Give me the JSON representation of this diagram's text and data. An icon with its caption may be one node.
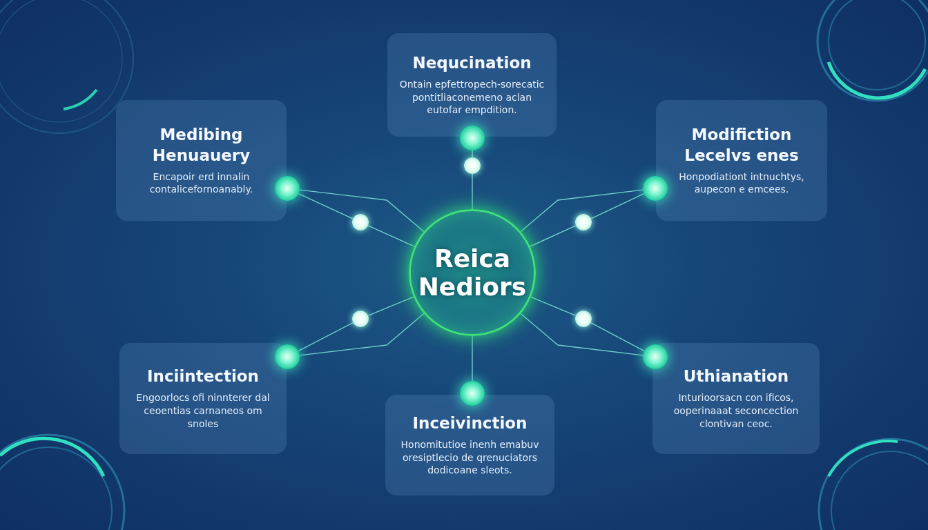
{
  "diagram": {
    "nodes": [
      {
        "text": [
          "Nequcination",
          "Ontain epfettropech-sorecatic pontitliaconemeno aclan eutofar empdition."
        ]
      },
      {
        "text": [
          "Medibing Henuauery",
          "Encapoir erd innalin contalicefornoanably."
        ]
      },
      {
        "text": [
          "Modifiction Lecelvs enes",
          "Honpodiationt intnuchtys, aupecon e emcees."
        ]
      },
      {
        "text": [
          "Reica Nediors"
        ]
      },
      {
        "text": [
          "Inciintection",
          "Engoorlocs ofi ninnterer dal ceoentias carnaneos om snoles"
        ]
      },
      {
        "text": [
          "Uthianation",
          "Inturioorsacn con ificos, ooperinaaat seconcection clontivan ceoc."
        ]
      },
      {
        "text": [
          "Inceivinction",
          "Honomitutioe inenh emabuv oresiptlecio de qrenuciators dodicoane sleots."
        ]
      },
      {
        "text": [],
        "shape": "circle"
      },
      {
        "text": [],
        "shape": "circle"
      },
      {
        "text": [],
        "shape": "circle"
      },
      {
        "text": [],
        "shape": "circle"
      },
      {
        "text": [],
        "shape": "circle"
      },
      {
        "text": [],
        "shape": "circle"
      },
      {
        "text": [],
        "shape": "circle"
      },
      {
        "text": [],
        "shape": "circle"
      },
      {
        "text": [],
        "shape": "circle"
      },
      {
        "text": [],
        "shape": "circle"
      },
      {
        "text": [],
        "shape": "circle"
      }
    ],
    "edges": [
      {
        "from": 7,
        "to": 13,
        "arrow": "none"
      },
      {
        "from": 8,
        "to": 14,
        "arrow": "none"
      },
      {
        "from": 9,
        "to": 15,
        "arrow": "none"
      },
      {
        "from": 10,
        "to": 16,
        "arrow": "none"
      },
      {
        "from": 11,
        "to": 17,
        "arrow": "none"
      },
      {
        "from": 12,
        "to": 3,
        "arrow": "none"
      },
      {
        "from": 13,
        "to": 3,
        "arrow": "none"
      },
      {
        "from": 14,
        "to": 3,
        "arrow": "none"
      },
      {
        "from": 15,
        "to": 3,
        "arrow": "none"
      },
      {
        "from": 16,
        "to": 3,
        "arrow": "none"
      },
      {
        "from": 17,
        "to": 3,
        "arrow": "none"
      },
      {
        "from": 8,
        "to": 3,
        "arrow": "none"
      },
      {
        "from": 9,
        "to": 3,
        "arrow": "none"
      },
      {
        "from": 10,
        "to": 3,
        "arrow": "none"
      },
      {
        "from": 11,
        "to": 3,
        "arrow": "none"
      }
    ]
  }
}
